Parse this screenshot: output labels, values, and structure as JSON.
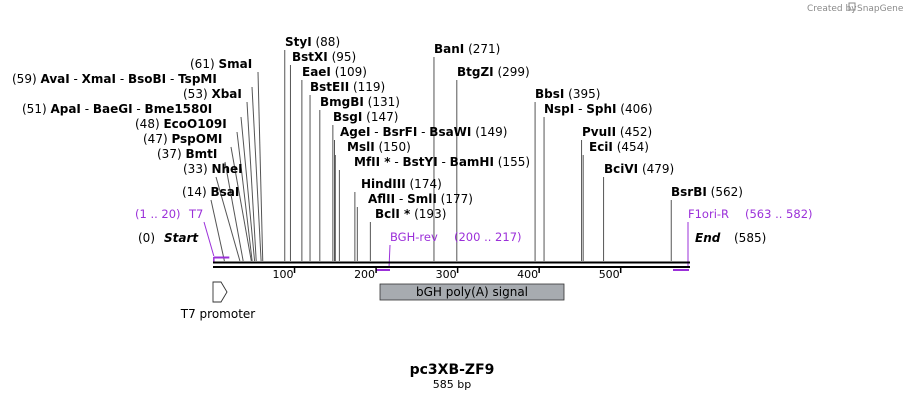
{
  "credit": {
    "prefix": "Created by",
    "brand": "SnapGene"
  },
  "sequence": {
    "name": "pc3XB-ZF9",
    "length_label": "585 bp",
    "length": 585
  },
  "origin": {
    "position": "(0)",
    "label": "Start"
  },
  "terminus": {
    "label": "End",
    "position": "(585)"
  },
  "ruler_ticks": [
    {
      "value": 100,
      "label": "100"
    },
    {
      "value": 200,
      "label": "200"
    },
    {
      "value": 300,
      "label": "300"
    },
    {
      "value": 400,
      "label": "400"
    },
    {
      "value": 500,
      "label": "500"
    }
  ],
  "enzyme_labels": [
    {
      "name": "cut-14",
      "cut": 14,
      "parts": [
        {
          "t": "(14) ",
          "w": "n"
        },
        {
          "t": "BsaI",
          "w": "b"
        }
      ]
    },
    {
      "name": "cut-33",
      "cut": 33,
      "parts": [
        {
          "t": "(33) ",
          "w": "n"
        },
        {
          "t": "NheI",
          "w": "b"
        }
      ]
    },
    {
      "name": "cut-37",
      "cut": 37,
      "parts": [
        {
          "t": "(37) ",
          "w": "n"
        },
        {
          "t": "BmtI",
          "w": "b"
        }
      ]
    },
    {
      "name": "cut-47",
      "cut": 47,
      "parts": [
        {
          "t": "(47) ",
          "w": "n"
        },
        {
          "t": "PspOMI",
          "w": "b"
        }
      ]
    },
    {
      "name": "cut-48",
      "cut": 48,
      "parts": [
        {
          "t": "(48) ",
          "w": "n"
        },
        {
          "t": "EcoO109I",
          "w": "b"
        }
      ]
    },
    {
      "name": "cut-51",
      "cut": 51,
      "parts": [
        {
          "t": "(51) ",
          "w": "n"
        },
        {
          "t": "ApaI",
          "w": "b"
        },
        {
          "t": " - ",
          "w": "n"
        },
        {
          "t": "BaeGI",
          "w": "b"
        },
        {
          "t": " - ",
          "w": "n"
        },
        {
          "t": "Bme1580I",
          "w": "b"
        }
      ]
    },
    {
      "name": "cut-53",
      "cut": 53,
      "parts": [
        {
          "t": "(53) ",
          "w": "n"
        },
        {
          "t": "XbaI",
          "w": "b"
        }
      ]
    },
    {
      "name": "cut-59",
      "cut": 59,
      "parts": [
        {
          "t": "(59) ",
          "w": "n"
        },
        {
          "t": "AvaI",
          "w": "b"
        },
        {
          "t": " - ",
          "w": "n"
        },
        {
          "t": "XmaI",
          "w": "b"
        },
        {
          "t": " - ",
          "w": "n"
        },
        {
          "t": "BsoBI",
          "w": "b"
        },
        {
          "t": " - ",
          "w": "n"
        },
        {
          "t": "TspMI",
          "w": "b"
        }
      ]
    },
    {
      "name": "cut-61",
      "cut": 61,
      "parts": [
        {
          "t": "(61) ",
          "w": "n"
        },
        {
          "t": "SmaI",
          "w": "b"
        }
      ]
    },
    {
      "name": "cut-88",
      "cut": 88,
      "parts": [
        {
          "t": "StyI",
          "w": "b"
        },
        {
          "t": "  (88)",
          "w": "n"
        }
      ]
    },
    {
      "name": "cut-95",
      "cut": 95,
      "parts": [
        {
          "t": "BstXI",
          "w": "b"
        },
        {
          "t": "  (95)",
          "w": "n"
        }
      ]
    },
    {
      "name": "cut-109",
      "cut": 109,
      "parts": [
        {
          "t": "EaeI",
          "w": "b"
        },
        {
          "t": "  (109)",
          "w": "n"
        }
      ]
    },
    {
      "name": "cut-119",
      "cut": 119,
      "parts": [
        {
          "t": "BstEII",
          "w": "b"
        },
        {
          "t": "  (119)",
          "w": "n"
        }
      ]
    },
    {
      "name": "cut-131",
      "cut": 131,
      "parts": [
        {
          "t": "BmgBI",
          "w": "b"
        },
        {
          "t": "  (131)",
          "w": "n"
        }
      ]
    },
    {
      "name": "cut-147",
      "cut": 147,
      "parts": [
        {
          "t": "BsgI",
          "w": "b"
        },
        {
          "t": "  (147)",
          "w": "n"
        }
      ]
    },
    {
      "name": "cut-149",
      "cut": 149,
      "parts": [
        {
          "t": "AgeI",
          "w": "b"
        },
        {
          "t": " - ",
          "w": "n"
        },
        {
          "t": "BsrFI",
          "w": "b"
        },
        {
          "t": " - ",
          "w": "n"
        },
        {
          "t": "BsaWI",
          "w": "b"
        },
        {
          "t": "  (149)",
          "w": "n"
        }
      ]
    },
    {
      "name": "cut-150",
      "cut": 150,
      "parts": [
        {
          "t": "MslI",
          "w": "b"
        },
        {
          "t": "  (150)",
          "w": "n"
        }
      ]
    },
    {
      "name": "cut-155",
      "cut": 155,
      "parts": [
        {
          "t": "MfII *",
          "w": "b"
        },
        {
          "t": " - ",
          "w": "n"
        },
        {
          "t": "BstYI",
          "w": "b"
        },
        {
          "t": " - ",
          "w": "n"
        },
        {
          "t": "BamHI",
          "w": "b"
        },
        {
          "t": "  (155)",
          "w": "n"
        }
      ]
    },
    {
      "name": "cut-174",
      "cut": 174,
      "parts": [
        {
          "t": "HindIII",
          "w": "b"
        },
        {
          "t": "  (174)",
          "w": "n"
        }
      ]
    },
    {
      "name": "cut-177",
      "cut": 177,
      "parts": [
        {
          "t": "AflII",
          "w": "b"
        },
        {
          "t": " - ",
          "w": "n"
        },
        {
          "t": "SmlI",
          "w": "b"
        },
        {
          "t": "  (177)",
          "w": "n"
        }
      ]
    },
    {
      "name": "cut-193",
      "cut": 193,
      "parts": [
        {
          "t": "BclI *",
          "w": "b"
        },
        {
          "t": "  (193)",
          "w": "n"
        }
      ]
    },
    {
      "name": "cut-271",
      "cut": 271,
      "parts": [
        {
          "t": "BanI",
          "w": "b"
        },
        {
          "t": "  (271)",
          "w": "n"
        }
      ]
    },
    {
      "name": "cut-299",
      "cut": 299,
      "parts": [
        {
          "t": "BtgZI",
          "w": "b"
        },
        {
          "t": "  (299)",
          "w": "n"
        }
      ]
    },
    {
      "name": "cut-395",
      "cut": 395,
      "parts": [
        {
          "t": "BbsI",
          "w": "b"
        },
        {
          "t": "  (395)",
          "w": "n"
        }
      ]
    },
    {
      "name": "cut-406",
      "cut": 406,
      "parts": [
        {
          "t": "NspI",
          "w": "b"
        },
        {
          "t": " - ",
          "w": "n"
        },
        {
          "t": "SphI",
          "w": "b"
        },
        {
          "t": "  (406)",
          "w": "n"
        }
      ]
    },
    {
      "name": "cut-452",
      "cut": 452,
      "parts": [
        {
          "t": "PvuII",
          "w": "b"
        },
        {
          "t": "  (452)",
          "w": "n"
        }
      ]
    },
    {
      "name": "cut-454",
      "cut": 454,
      "parts": [
        {
          "t": "EciI",
          "w": "b"
        },
        {
          "t": "  (454)",
          "w": "n"
        }
      ]
    },
    {
      "name": "cut-479",
      "cut": 479,
      "parts": [
        {
          "t": "BciVI",
          "w": "b"
        },
        {
          "t": "  (479)",
          "w": "n"
        }
      ]
    },
    {
      "name": "cut-562",
      "cut": 562,
      "parts": [
        {
          "t": "BsrBI",
          "w": "b"
        },
        {
          "t": "  (562)",
          "w": "n"
        }
      ]
    }
  ],
  "primers": [
    {
      "name": "T7",
      "range": "(1 .. 20)",
      "start": 1,
      "end": 20
    },
    {
      "name": "BGH-rev",
      "range": "(200 .. 217)",
      "start": 200,
      "end": 217
    },
    {
      "name": "F1ori-R",
      "range": "(563 .. 582)",
      "start": 563,
      "end": 582
    }
  ],
  "features": [
    {
      "label": "bGH poly(A) signal",
      "start": 205,
      "end": 429,
      "type": "polyA_signal"
    },
    {
      "label": "T7 promoter",
      "start": 1,
      "end": 19,
      "type": "promoter"
    }
  ],
  "colors": {
    "primer": "#9b30d9",
    "polyA_fill": "#a7abb0",
    "backbone": "#000000",
    "cut_line": "#555555"
  }
}
